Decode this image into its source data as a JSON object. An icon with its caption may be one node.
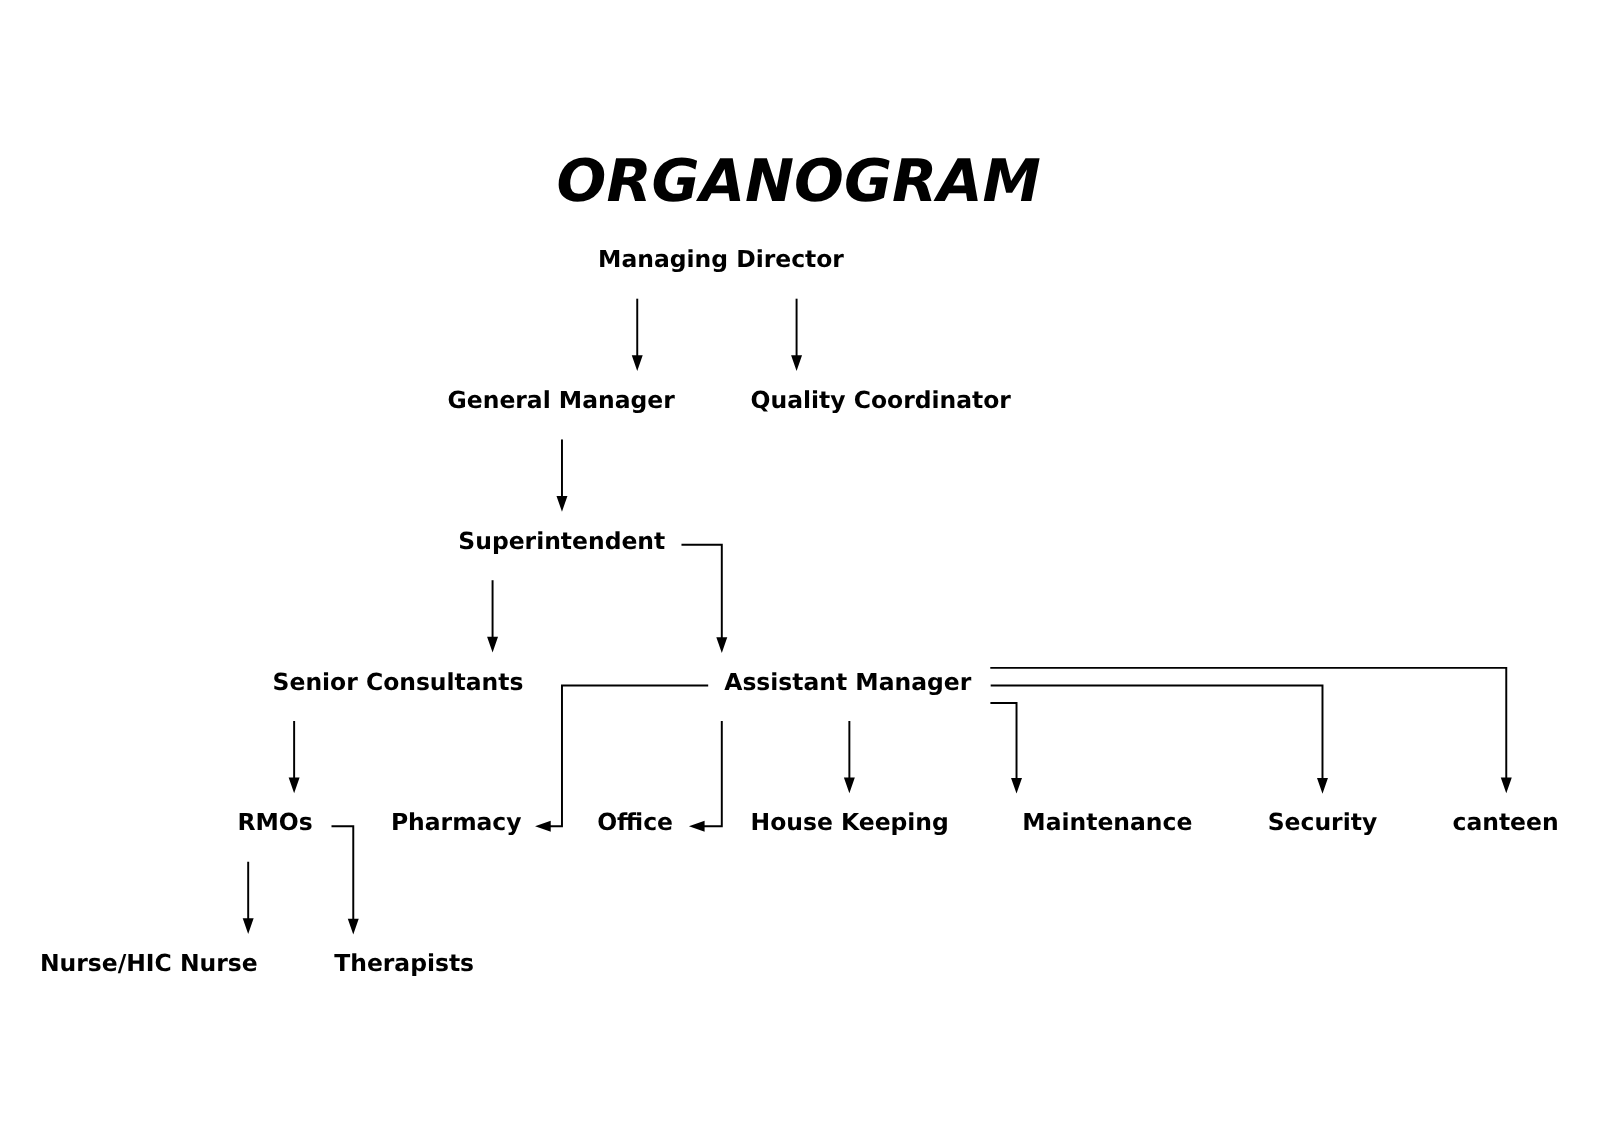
{
  "diagram": {
    "title": "ORGANOGRAM",
    "nodes": [
      {
        "text": [
          "Managing Director"
        ]
      },
      {
        "text": [
          "General Manager"
        ]
      },
      {
        "text": [
          "Superintendent"
        ]
      },
      {
        "text": [
          "Senior Consultants"
        ]
      },
      {
        "text": [
          "Assistant Manager"
        ]
      },
      {
        "text": [
          "Quality Coordinator"
        ]
      },
      {
        "text": [
          "RMOs"
        ]
      },
      {
        "text": [
          "Pharmacy"
        ]
      },
      {
        "text": [
          "Office"
        ]
      },
      {
        "text": [
          "House Keeping"
        ]
      },
      {
        "text": [
          "Maintenance"
        ]
      },
      {
        "text": [
          "Security"
        ]
      },
      {
        "text": [
          "canteen"
        ]
      },
      {
        "text": [
          "Nurse/HIC Nurse"
        ]
      },
      {
        "text": [
          "Therapists"
        ]
      }
    ],
    "edges": [
      {
        "from": 0,
        "to": 1,
        "arrow": "to"
      },
      {
        "from": 0,
        "to": 5,
        "arrow": "to"
      },
      {
        "from": 1,
        "to": 2,
        "arrow": "to"
      },
      {
        "from": 2,
        "to": 3,
        "arrow": "to"
      },
      {
        "from": 2,
        "to": 4,
        "arrow": "to"
      },
      {
        "from": 3,
        "to": 6,
        "arrow": "to"
      },
      {
        "from": 4,
        "to": 7,
        "arrow": "to"
      },
      {
        "from": 4,
        "to": 8,
        "arrow": "to"
      },
      {
        "from": 4,
        "to": 9,
        "arrow": "to"
      },
      {
        "from": 4,
        "to": 10,
        "arrow": "to"
      },
      {
        "from": 4,
        "to": 11,
        "arrow": "to"
      },
      {
        "from": 4,
        "to": 12,
        "arrow": "to"
      },
      {
        "from": 6,
        "to": 13,
        "arrow": "to"
      },
      {
        "from": 6,
        "to": 14,
        "arrow": "to"
      }
    ]
  }
}
